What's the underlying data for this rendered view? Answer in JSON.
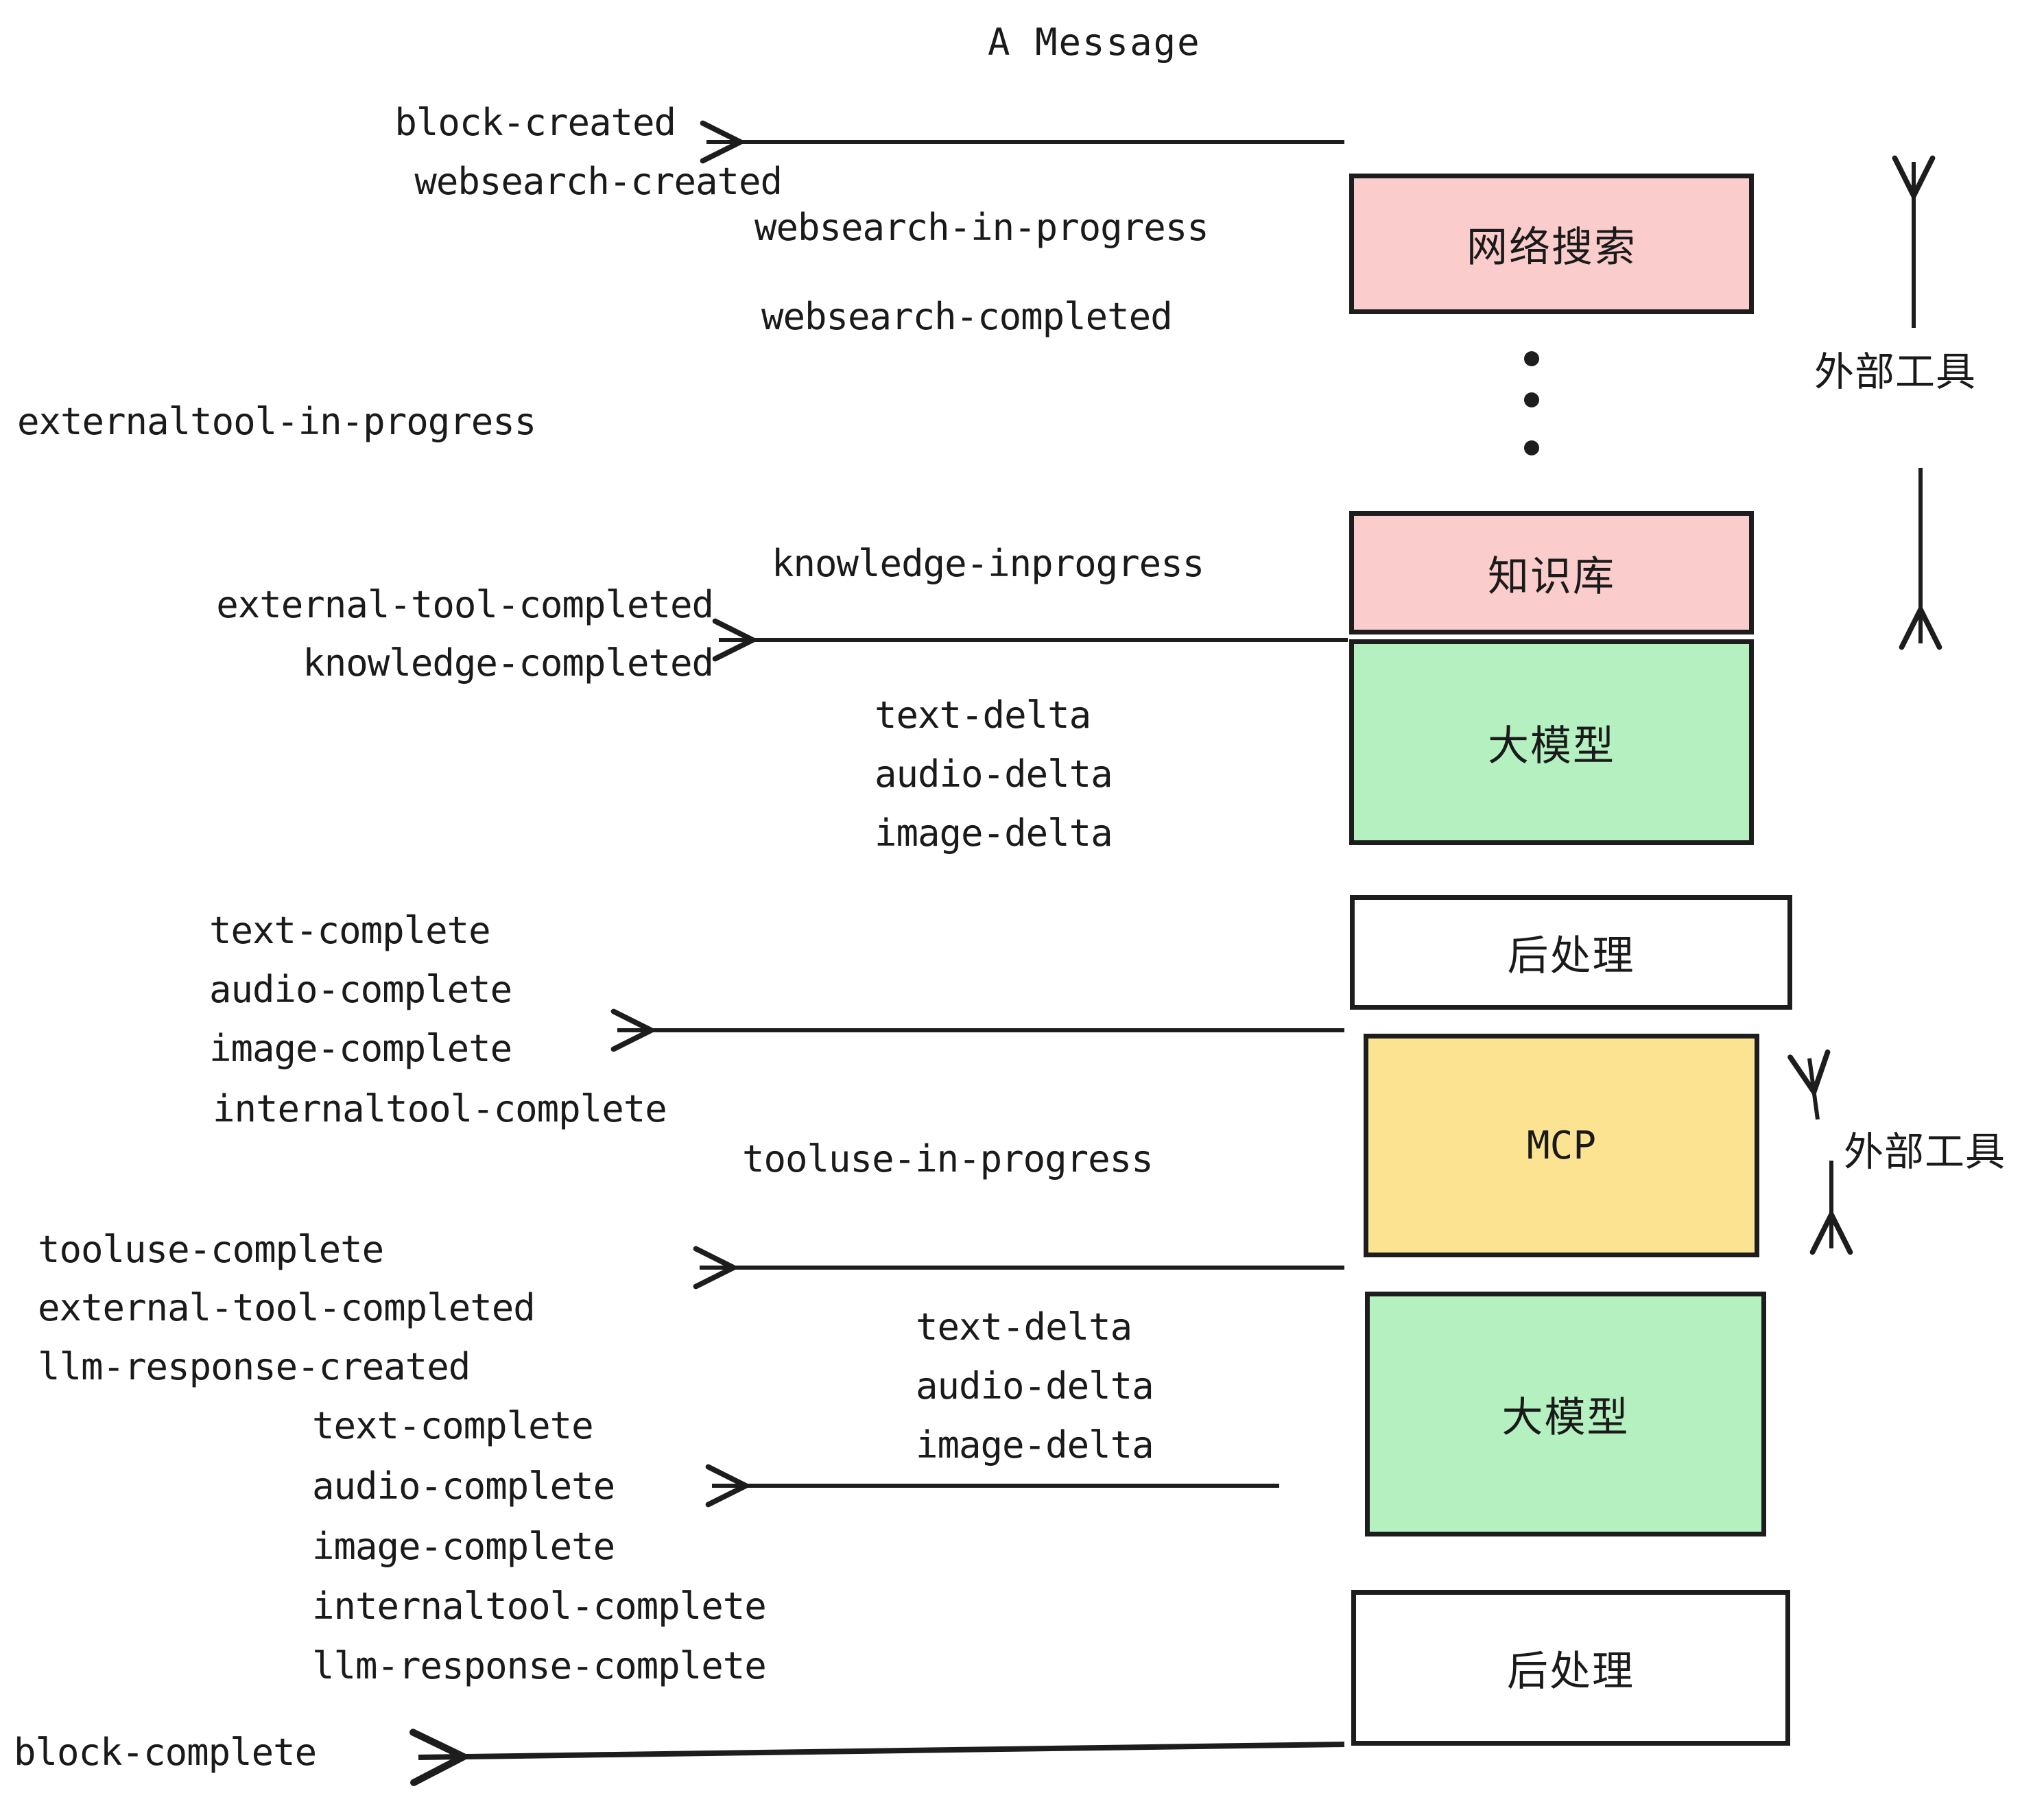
{
  "title": "A Message",
  "colors": {
    "pink": "#FBCCCC",
    "green": "#B4F0C0",
    "yellow": "#FBE392",
    "white": "#FFFFFF",
    "stroke": "#1d1d1d",
    "text": "#1a1a1a"
  },
  "nodes": {
    "websearch": "网络搜索",
    "knowledge": "知识库",
    "llm_top": "大模型",
    "postprocess_top": "后处理",
    "mcp": "MCP",
    "llm_bottom": "大模型",
    "postprocess_bottom": "后处理"
  },
  "side_labels": {
    "external_tool_top": "外部工具",
    "external_tool_bottom": "外部工具"
  },
  "events": {
    "block_created": "block-created",
    "websearch_created": "websearch-created",
    "websearch_in_progress": "websearch-in-progress",
    "websearch_completed": "websearch-completed",
    "externaltool_in_progress": "externaltool-in-progress",
    "knowledge_inprogress": "knowledge-inprogress",
    "external_tool_completed_1": "external-tool-completed",
    "knowledge_completed": "knowledge-completed",
    "text_delta_1": "text-delta",
    "audio_delta_1": "audio-delta",
    "image_delta_1": "image-delta",
    "text_complete_1": "text-complete",
    "audio_complete_1": "audio-complete",
    "image_complete_1": "image-complete",
    "internaltool_complete_1": "internaltool-complete",
    "tooluse_in_progress": "tooluse-in-progress",
    "tooluse_complete": "tooluse-complete",
    "external_tool_completed_2": "external-tool-completed",
    "llm_response_created": "llm-response-created",
    "text_delta_2": "text-delta",
    "audio_delta_2": "audio-delta",
    "image_delta_2": "image-delta",
    "text_complete_2": "text-complete",
    "audio_complete_2": "audio-complete",
    "image_complete_2": "image-complete",
    "internaltool_complete_2": "internaltool-complete",
    "llm_response_complete": "llm-response-complete",
    "block_complete": "block-complete"
  }
}
